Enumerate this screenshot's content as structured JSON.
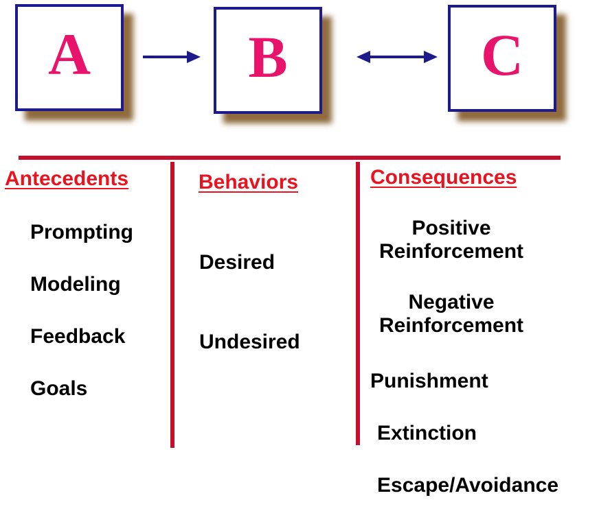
{
  "colors": {
    "box_border": "#1c1a8c",
    "letter": "#e8136b",
    "divider": "#c4102c",
    "heading": "#e8131f",
    "arrow": "#1c1a8c",
    "shadow": "#8f6b3e"
  },
  "boxes": {
    "a": {
      "letter": "A"
    },
    "b": {
      "letter": "B"
    },
    "c": {
      "letter": "C"
    }
  },
  "connectors": {
    "a_to_b": "arrow-right",
    "b_to_c": "double-arrow"
  },
  "antecedents": {
    "heading": "Antecedents",
    "items": [
      "Prompting",
      "Modeling",
      "Feedback",
      "Goals"
    ]
  },
  "behaviors": {
    "heading": "Behaviors",
    "items": [
      "Desired",
      "Undesired"
    ]
  },
  "consequences": {
    "heading": "Consequences",
    "items": [
      {
        "line1": "Positive",
        "line2": "Reinforcement"
      },
      {
        "line1": "Negative",
        "line2": "Reinforcement"
      },
      {
        "line1": "Punishment"
      },
      {
        "line1": "Extinction"
      },
      {
        "line1": "Escape/Avoidance"
      }
    ]
  }
}
